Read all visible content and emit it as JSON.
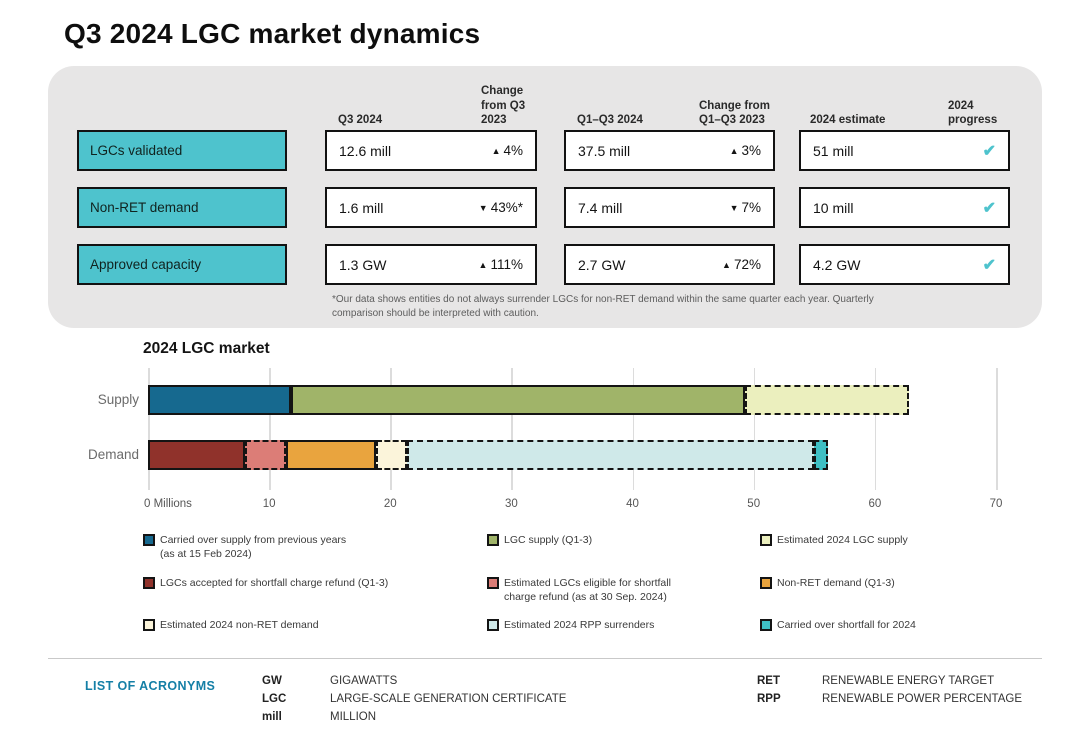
{
  "title": "Q3 2024 LGC market dynamics",
  "icons": {
    "up": "▲",
    "down": "▼",
    "check": "✔"
  },
  "colors": {
    "accent_teal": "#4ec3cd",
    "panel_gray": "#e7e6e6",
    "heading_blue": "#147fa6",
    "supply_blue": "#16698f",
    "supply_green": "#a0b469",
    "supply_est": "#ebefbe",
    "shortfall_red": "#90322b",
    "shortfall_est_salmon": "#dc7d77",
    "nonret_orange": "#e9a43e",
    "nonret_est_cream": "#fbf4da",
    "rpp_cyan": "#cfe9e9",
    "carryover_teal": "#3fbfc4"
  },
  "summary_table": {
    "columns": [
      "Q3 2024",
      "Change from Q3 2023",
      "Q1–Q3 2024",
      "Change from Q1–Q3 2023",
      "2024 estimate",
      "2024 progress"
    ],
    "rows": [
      {
        "label": "LGCs validated",
        "q3": "12.6 mill",
        "q3_dir": "up",
        "q3_change": "4%",
        "ytd": "37.5 mill",
        "ytd_dir": "up",
        "ytd_change": "3%",
        "estimate": "51 mill",
        "progress": "check"
      },
      {
        "label": "Non-RET demand",
        "q3": "1.6 mill",
        "q3_dir": "down",
        "q3_change": "43%*",
        "ytd": "7.4 mill",
        "ytd_dir": "down",
        "ytd_change": "7%",
        "estimate": "10 mill",
        "progress": "check"
      },
      {
        "label": "Approved capacity",
        "q3": "1.3 GW",
        "q3_dir": "up",
        "q3_change": "111%",
        "ytd": "2.7 GW",
        "ytd_dir": "up",
        "ytd_change": "72%",
        "estimate": "4.2 GW",
        "progress": "check"
      }
    ],
    "footnote": "*Our data shows entities do not always surrender LGCs for non-RET demand within the same quarter each year. Quarterly comparison should be interpreted with caution."
  },
  "chart_data": {
    "type": "bar",
    "subtype": "stacked-horizontal",
    "title": "2024 LGC market",
    "grid": true,
    "legend_position": "below",
    "x_axis": {
      "min": 0,
      "max": 70,
      "ticks": [
        0,
        10,
        20,
        30,
        40,
        50,
        60,
        70
      ],
      "first_tick_label": "0 Millions",
      "unit": "millions"
    },
    "rows": [
      {
        "label": "Supply",
        "segments": [
          {
            "name": "Carried over supply from previous years (as at 15 Feb 2024)",
            "start": 0,
            "end": 11.8,
            "value": 11.8,
            "color": "#16698f",
            "style": "solid"
          },
          {
            "name": "LGC supply (Q1-3)",
            "start": 11.8,
            "end": 49.3,
            "value": 37.5,
            "color": "#a0b469",
            "style": "solid"
          },
          {
            "name": "Estimated 2024 LGC supply",
            "start": 49.3,
            "end": 62.8,
            "value": 13.5,
            "color": "#ebefbe",
            "style": "dashed"
          }
        ]
      },
      {
        "label": "Demand",
        "segments": [
          {
            "name": "LGCs accepted for shortfall charge refund (Q1-3)",
            "start": 0,
            "end": 8.0,
            "value": 8.0,
            "color": "#90322b",
            "style": "solid"
          },
          {
            "name": "Estimated LGCs eligible for shortfall charge refund (as at 30 Sep. 2024)",
            "start": 8.0,
            "end": 11.4,
            "value": 3.4,
            "color": "#dc7d77",
            "style": "dashed"
          },
          {
            "name": "Non-RET demand (Q1-3)",
            "start": 11.4,
            "end": 18.8,
            "value": 7.4,
            "color": "#e9a43e",
            "style": "solid"
          },
          {
            "name": "Estimated 2024 non-RET demand",
            "start": 18.8,
            "end": 21.4,
            "value": 2.6,
            "color": "#fbf4da",
            "style": "dashed"
          },
          {
            "name": "Estimated 2024 RPP surrenders",
            "start": 21.4,
            "end": 55.0,
            "value": 33.6,
            "color": "#cfe9e9",
            "style": "dashed"
          },
          {
            "name": "Carried over shortfall for 2024",
            "start": 55.0,
            "end": 56.1,
            "value": 1.1,
            "color": "#3fbfc4",
            "style": "dashed"
          }
        ]
      }
    ],
    "legend": [
      {
        "label": "Carried over supply from previous years",
        "label2": "(as at 15 Feb 2024)",
        "color": "#16698f",
        "style": "solid",
        "col": 0,
        "row": 0
      },
      {
        "label": "LGC supply (Q1-3)",
        "label2": "",
        "color": "#a0b469",
        "style": "solid",
        "col": 1,
        "row": 0
      },
      {
        "label": "Estimated 2024 LGC supply",
        "label2": "",
        "color": "#ebefbe",
        "style": "dashed",
        "col": 2,
        "row": 0
      },
      {
        "label": "LGCs accepted for shortfall charge refund (Q1-3)",
        "label2": "",
        "color": "#90322b",
        "style": "solid",
        "col": 0,
        "row": 1
      },
      {
        "label": "Estimated LGCs eligible for shortfall",
        "label2": "charge refund (as at 30 Sep. 2024)",
        "color": "#dc7d77",
        "style": "dashed",
        "col": 1,
        "row": 1
      },
      {
        "label": "Non-RET demand (Q1-3)",
        "label2": "",
        "color": "#e9a43e",
        "style": "solid",
        "col": 2,
        "row": 1
      },
      {
        "label": "Estimated 2024 non-RET demand",
        "label2": "",
        "color": "#fbf4da",
        "style": "dashed",
        "col": 0,
        "row": 2
      },
      {
        "label": "Estimated 2024 RPP surrenders",
        "label2": "",
        "color": "#cfe9e9",
        "style": "dashed",
        "col": 1,
        "row": 2
      },
      {
        "label": "Carried over shortfall for 2024",
        "label2": "",
        "color": "#3fbfc4",
        "style": "dashed",
        "col": 2,
        "row": 2
      }
    ]
  },
  "acronyms": {
    "heading": "LIST OF ACRONYMS",
    "col1": [
      {
        "term": "GW",
        "definition": "GIGAWATTS"
      },
      {
        "term": "LGC",
        "definition": "LARGE-SCALE GENERATION CERTIFICATE"
      },
      {
        "term": "mill",
        "definition": "MILLION"
      }
    ],
    "col2": [
      {
        "term": "RET",
        "definition": "RENEWABLE ENERGY TARGET"
      },
      {
        "term": "RPP",
        "definition": "RENEWABLE POWER PERCENTAGE"
      }
    ]
  }
}
